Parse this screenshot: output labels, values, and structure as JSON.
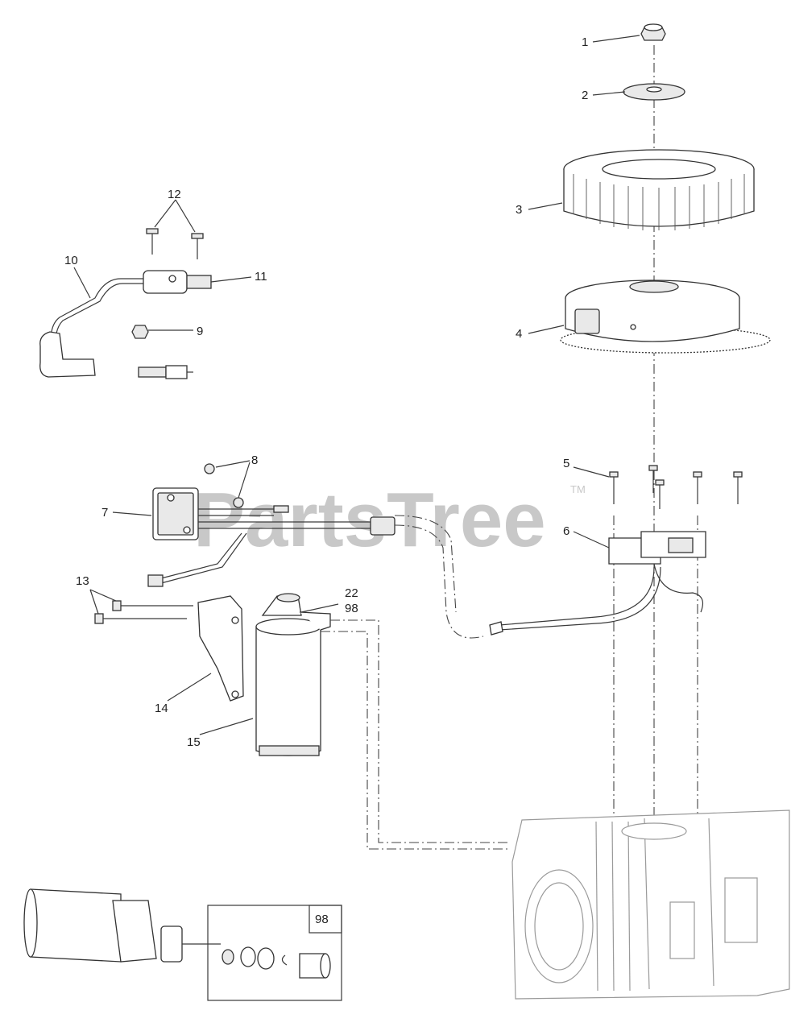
{
  "watermark": {
    "text": "PartsTree",
    "trademark": "TM"
  },
  "callouts": [
    {
      "id": "c1",
      "label": "1"
    },
    {
      "id": "c2",
      "label": "2"
    },
    {
      "id": "c3",
      "label": "3"
    },
    {
      "id": "c4",
      "label": "4"
    },
    {
      "id": "c5",
      "label": "5"
    },
    {
      "id": "c6",
      "label": "6"
    },
    {
      "id": "c7",
      "label": "7"
    },
    {
      "id": "c8",
      "label": "8"
    },
    {
      "id": "c9",
      "label": "9"
    },
    {
      "id": "c10",
      "label": "10"
    },
    {
      "id": "c11",
      "label": "11"
    },
    {
      "id": "c12",
      "label": "12"
    },
    {
      "id": "c13",
      "label": "13"
    },
    {
      "id": "c14",
      "label": "14"
    },
    {
      "id": "c15",
      "label": "15"
    },
    {
      "id": "c22",
      "label": "22"
    },
    {
      "id": "c98",
      "label": "98"
    }
  ],
  "inset": {
    "label": "98"
  },
  "colors": {
    "line": "#333333",
    "watermark": "#c8c8c8",
    "engine": "#9a9a9a"
  }
}
